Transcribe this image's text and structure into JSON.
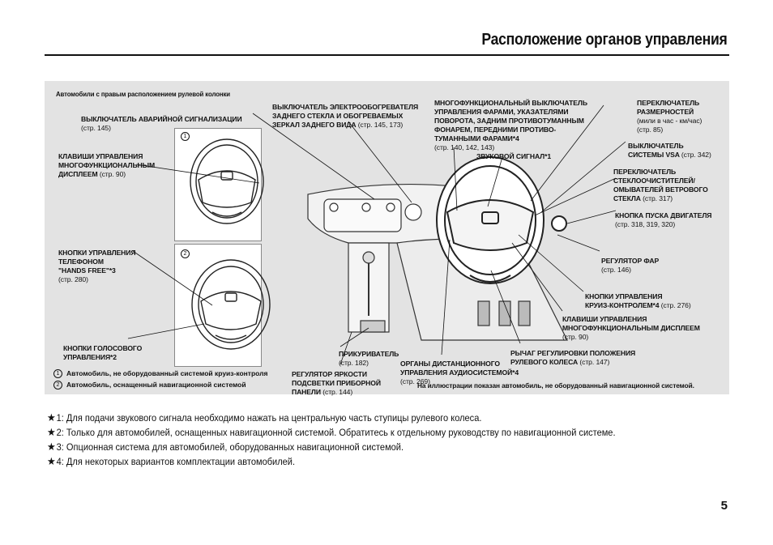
{
  "page": {
    "title": "Расположение органов управления",
    "number": "5"
  },
  "diagram": {
    "right_hand_note": "Автомобили с правым расположением рулевой колонки",
    "illustration_note": "На иллюстрации показан автомобиль, не оборудованный навигационной системой.",
    "variant1_marker": "1",
    "variant2_marker": "2",
    "legend": [
      {
        "marker": "1",
        "text": "Автомобиль, не оборудованный системой круиз-контроля"
      },
      {
        "marker": "2",
        "text": "Автомобиль, оснащенный навигационной системой"
      }
    ],
    "labels": {
      "hazard": "ВЫКЛЮЧАТЕЛЬ АВАРИЙНОЙ СИГНАЛИЗАЦИИ",
      "hazard_pg": "(стр. 145)",
      "mid_keys_left": "КЛАВИШИ УПРАВЛЕНИЯ\nМНОГОФУНКЦИОНАЛЬНЫМ\nДИСПЛЕЕМ",
      "mid_keys_left_pg": "(стр. 90)",
      "phone": "КНОПКИ УПРАВЛЕНИЯ\nТЕЛЕФОНОМ\n\"HANDS FREE\"*3",
      "phone_pg": "(стр. 280)",
      "voice": "КНОПКИ ГОЛОСОВОГО\nУПРАВЛЕНИЯ*2",
      "defroster": "ВЫКЛЮЧАТЕЛЬ ЭЛЕКТРООБОГРЕВАТЕЛЯ\nЗАДНЕГО СТЕКЛА И ОБОГРЕВАЕМЫХ\nЗЕРКАЛ ЗАДНЕГО ВИДА",
      "defroster_pg": "(стр. 145, 173)",
      "lights": "МНОГОФУНКЦИОНАЛЬНЫЙ ВЫКЛЮЧАТЕЛЬ\nУПРАВЛЕНИЯ ФАРАМИ, УКАЗАТЕЛЯМИ\nПОВОРОТА, ЗАДНИМ ПРОТИВОТУМАННЫМ\nФОНАРЕМ, ПЕРЕДНИМИ ПРОТИВО-\nТУМАННЫМИ ФАРАМИ*4",
      "lights_pg": "(стр. 140, 142, 143)",
      "horn": "ЗВУКОВОЙ СИГНАЛ*1",
      "dimensions": "ПЕРЕКЛЮЧАТЕЛЬ\nРАЗМЕРНОСТЕЙ",
      "dimensions_units": "(мили в час - км/час)",
      "dimensions_pg": "(стр. 85)",
      "vsa": "ВЫКЛЮЧАТЕЛЬ\nСИСТЕМЫ VSA",
      "vsa_pg": "(стр. 342)",
      "wipers": "ПЕРЕКЛЮЧАТЕЛЬ\nСТЕКЛООЧИСТИТЕЛЕЙ/\nОМЫВАТЕЛЕЙ ВЕТРОВОГО\nСТЕКЛА",
      "wipers_pg": "(стр. 317)",
      "start": "КНОПКА ПУСКА ДВИГАТЕЛЯ",
      "start_pg": "(стр. 318, 319, 320)",
      "headlight_adj": "РЕГУЛЯТОР ФАР",
      "headlight_adj_pg": "(стр. 146)",
      "cruise": "КНОПКИ УПРАВЛЕНИЯ\nКРУИЗ-КОНТРОЛЕМ*4",
      "cruise_pg": "(стр. 276)",
      "mid_keys_right": "КЛАВИШИ УПРАВЛЕНИЯ\nМНОГОФУНКЦИОНАЛЬНЫМ ДИСПЛЕЕМ",
      "mid_keys_right_pg": "(стр. 90)",
      "tilt": "РЫЧАГ РЕГУЛИРОВКИ ПОЛОЖЕНИЯ\nРУЛЕВОГО КОЛЕСА",
      "tilt_pg": "(стр. 147)",
      "audio": "ОРГАНЫ ДИСТАНЦИОННОГО\nУПРАВЛЕНИЯ АУДИОСИСТЕМОЙ*4",
      "audio_pg": "(стр. 269)",
      "lighter": "ПРИКУРИВАТЕЛЬ",
      "lighter_pg": "(стр. 182)",
      "brightness": "РЕГУЛЯТОР ЯРКОСТИ\nПОДСВЕТКИ ПРИБОРНОЙ\nПАНЕЛИ",
      "brightness_pg": "(стр. 144)"
    }
  },
  "footnotes": [
    {
      "mark": "1",
      "text": ": Для подачи звукового сигнала необходимо нажать на центральную часть ступицы рулевого колеса."
    },
    {
      "mark": "2",
      "text": ": Только для автомобилей, оснащенных навигационной системой. Обратитесь к отдельному руководству по навигационной системе."
    },
    {
      "mark": "3",
      "text": ": Опционная система для автомобилей, оборудованных навигационной системой."
    },
    {
      "mark": "4",
      "text": ": Для некоторых вариантов комплектации автомобилей."
    }
  ]
}
